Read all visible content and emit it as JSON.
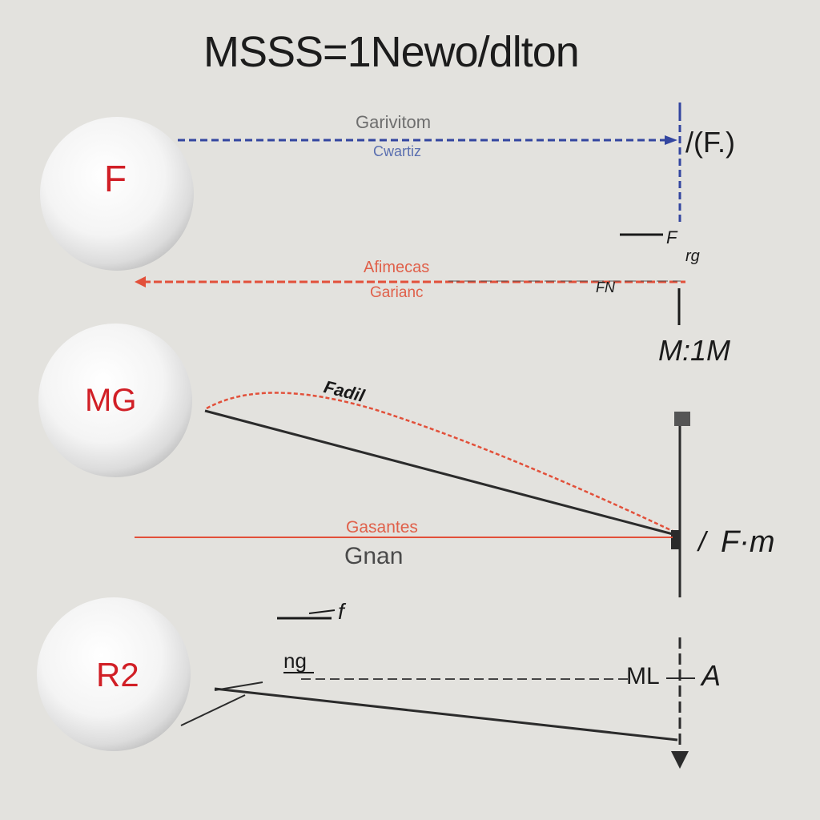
{
  "title": "MSSS=1Newo/dlton",
  "colors": {
    "background": "#e3e2de",
    "ball_text": "#d11f26",
    "blue_line": "#3346a0",
    "red_line": "#e2503a",
    "dark_line": "#2b2b2b"
  },
  "spheres": [
    {
      "id": "top",
      "label": "F"
    },
    {
      "id": "middle",
      "label": "MG"
    },
    {
      "id": "bottom",
      "label": "R2"
    }
  ],
  "labels": {
    "blue_upper": "Garivitom",
    "blue_lower": "Cwartiz",
    "right_top": "/(F.)",
    "short_f": "F",
    "short_g": "rg",
    "red_upper": "Afimecas",
    "red_lower": "Garianc",
    "red_right": "FN",
    "m_label": "M:1M",
    "curve_label": "Fadil",
    "mid_red": "Gasantes",
    "mid_dark": "Gnan",
    "right_mid": "F·m",
    "lower_f": "f",
    "lower_ng": "ng",
    "lower_right_m": "ML",
    "lower_right_a": "A"
  }
}
